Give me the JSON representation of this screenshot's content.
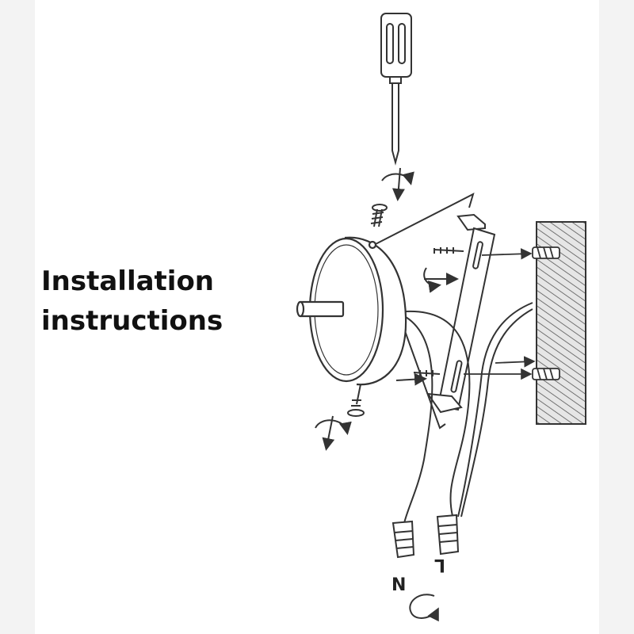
{
  "title_lines": [
    "Installation",
    "instructions"
  ],
  "wire_labels": {
    "neutral": "N",
    "live": "L"
  },
  "colors": {
    "ink": "#333333",
    "background": "#ffffff",
    "wall": "#cccccc"
  }
}
